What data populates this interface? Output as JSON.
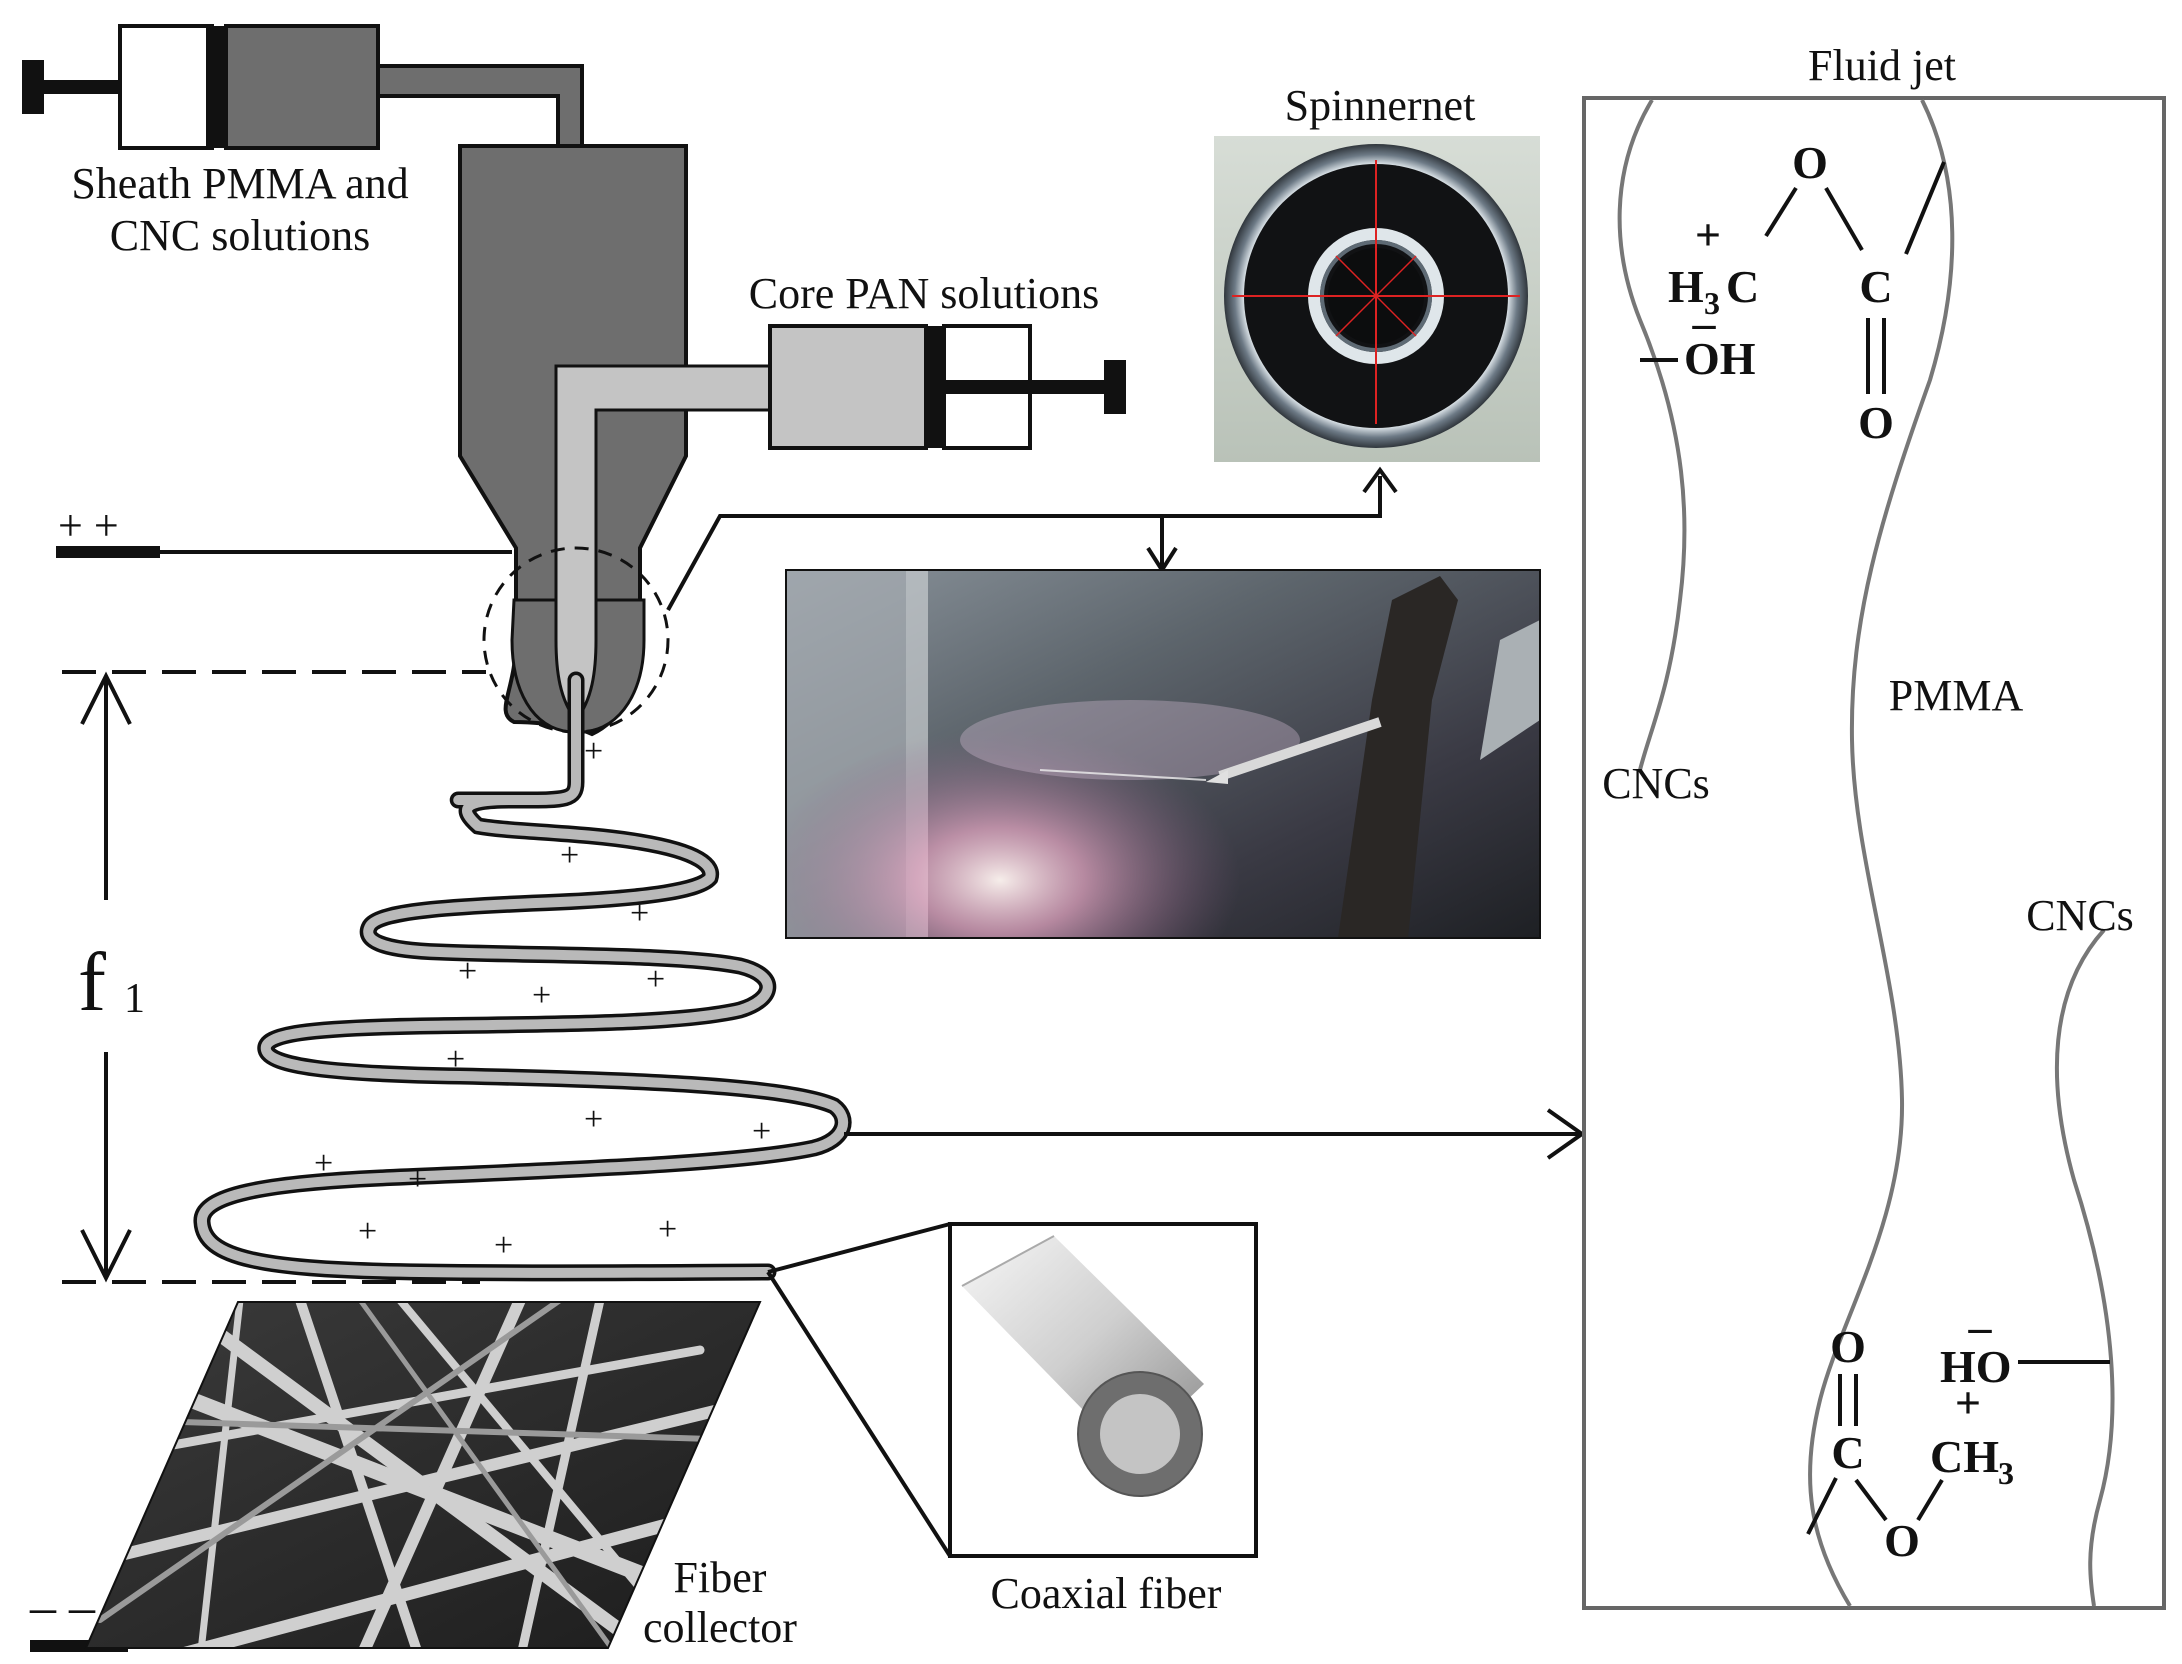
{
  "labels": {
    "sheath_line1": "Sheath PMMA and",
    "sheath_line2": "CNC solutions",
    "core": "Core PAN solutions",
    "spinneret": "Spinnernet",
    "fluid_jet": "Fluid jet",
    "pmma": "PMMA",
    "cncs_left": "CNCs",
    "cncs_right": "CNCs",
    "coaxial_fiber": "Coaxial fiber",
    "collector_line1": "Fiber",
    "collector_line2": "collector",
    "distance": "f",
    "distance_sub": "1",
    "positive_terminal": "+ +",
    "negative_terminal": "– –",
    "charge": "+"
  },
  "chemistry": {
    "top": {
      "O_bridge": "O",
      "plus": "+",
      "H": "H",
      "H_sub": "3",
      "C_left": "C",
      "minus": "–",
      "OH": "OH",
      "C_right": "C",
      "O_double": "O"
    },
    "bottom": {
      "O_double": "O",
      "minus": "–",
      "HO": "HO",
      "plus": "+",
      "C_left": "C",
      "CH": "CH",
      "CH_sub": "3",
      "O_bridge": "O"
    }
  },
  "colors": {
    "sheath_gray": "#6e6e6e",
    "core_gray": "#c4c4c4",
    "outline": "#111111",
    "curve_gray": "#777777",
    "jet_gray": "#999999"
  }
}
